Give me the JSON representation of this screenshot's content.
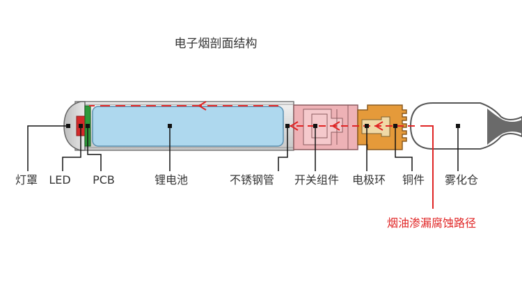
{
  "title": "电子烟剖面结构",
  "labels": {
    "lamp_cover": "灯罩",
    "led": "LED",
    "pcb": "PCB",
    "battery": "锂电池",
    "steel_tube": "不锈钢管",
    "switch": "开关组件",
    "electrode_ring": "电极环",
    "copper": "铜件",
    "atomizer": "雾化仓",
    "leak_path": "烟油渗漏腐蚀路径"
  },
  "colors": {
    "battery": "#aed8ee",
    "led": "#d42a2a",
    "pcb": "#2e9a3a",
    "switch": "#eeb2b6",
    "copper": "#e59a3a",
    "leak_path": "#e02424"
  }
}
